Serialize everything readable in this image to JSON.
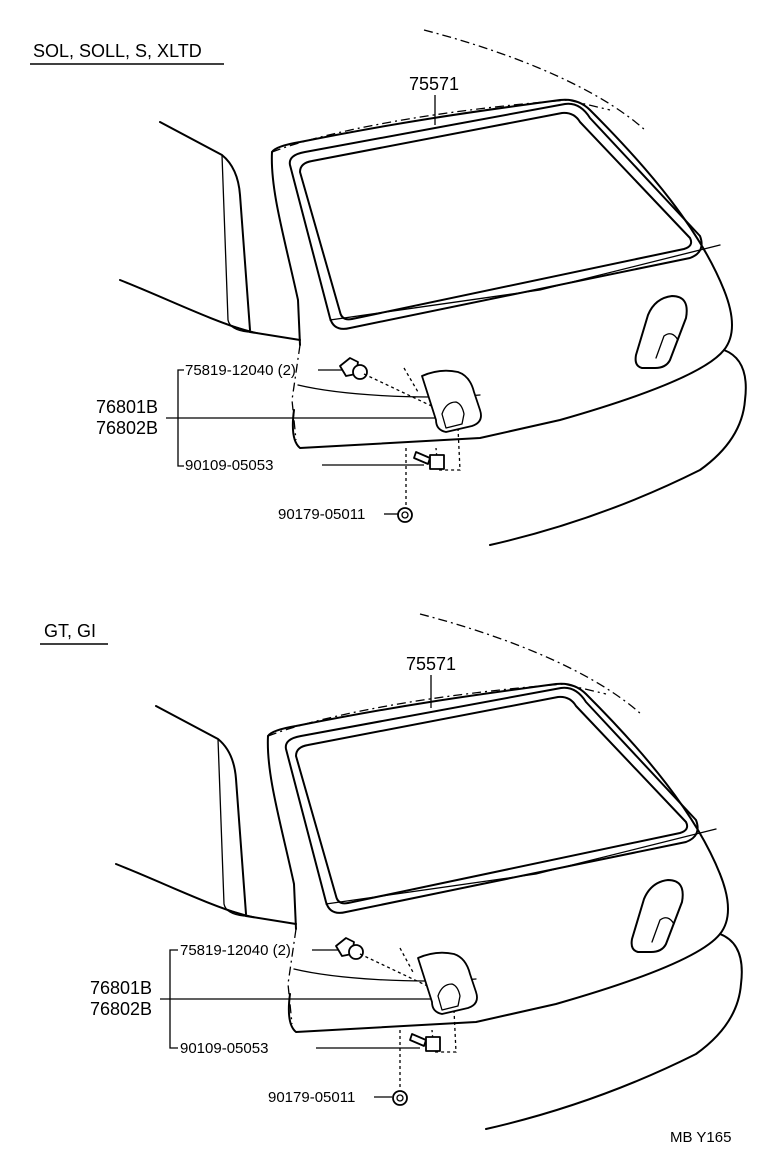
{
  "sections": [
    {
      "heading": "SOL, SOLL, S, XLTD",
      "weatherstrip": "75571",
      "clip": "75819-12040 (2)",
      "garnish_rh": "76801B",
      "garnish_lh": "76802B",
      "screw": "90109-05053",
      "nut": "90179-05011"
    },
    {
      "heading": "GT, GI",
      "weatherstrip": "75571",
      "clip": "75819-12040 (2)",
      "garnish_rh": "76801B",
      "garnish_lh": "76802B",
      "screw": "90109-05053",
      "nut": "90179-05011"
    }
  ],
  "figure_ref": "MB Y165"
}
